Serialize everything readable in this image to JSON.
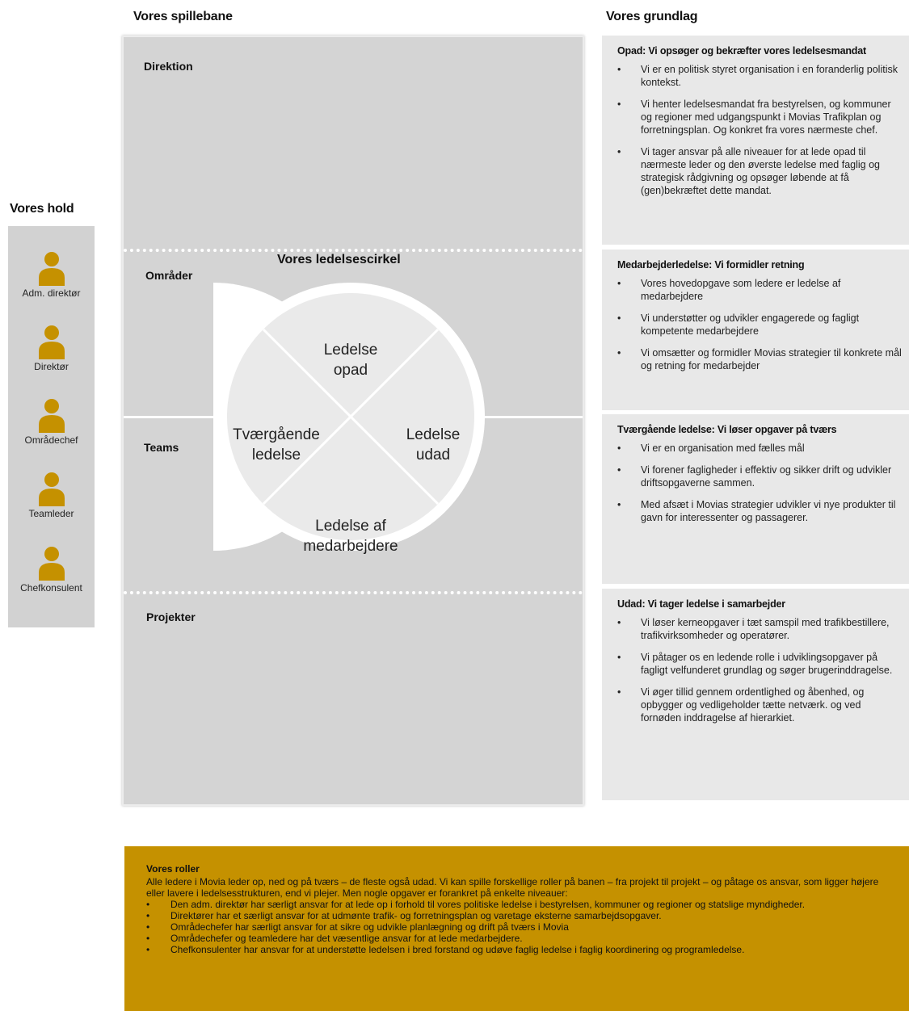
{
  "headings": {
    "playing_field": "Vores spillebane",
    "foundation": "Vores grundlag",
    "team": "Vores hold"
  },
  "team_members": [
    {
      "label": "Adm. direktør"
    },
    {
      "label": "Direktør"
    },
    {
      "label": "Områdechef"
    },
    {
      "label": "Teamleder"
    },
    {
      "label": "Chefkonsulent"
    }
  ],
  "levels": {
    "direktion": "Direktion",
    "omraader": "Områder",
    "teams": "Teams",
    "projekter": "Projekter"
  },
  "circle": {
    "title": "Vores ledelsescirkel",
    "top": [
      "Ledelse",
      "opad"
    ],
    "left": [
      "Tværgående",
      "ledelse"
    ],
    "right": [
      "Ledelse",
      "udad"
    ],
    "bottom": [
      "Ledelse af",
      "medarbejdere"
    ]
  },
  "foundation_boxes": [
    {
      "heading": "Opad: Vi opsøger og bekræfter vores ledelsesmandat",
      "bullets": [
        "Vi er en politisk styret organisation i en foranderlig politisk kontekst.",
        "Vi henter ledelsesmandat fra bestyrelsen, og kommuner og regioner med udgangspunkt i Movias Trafikplan og forretningsplan. Og konkret fra vores nærmeste chef.",
        "Vi tager ansvar på alle niveauer for at lede opad til nærmeste leder og den øverste ledelse med faglig og strategisk rådgivning og opsøger løbende at få (gen)bekræftet dette mandat."
      ]
    },
    {
      "heading": "Medarbejderledelse: Vi formidler retning",
      "bullets": [
        "Vores hovedopgave som ledere er ledelse af medarbejdere",
        "Vi understøtter og udvikler engagerede og fagligt kompetente medarbejdere",
        "Vi omsætter og formidler Movias strategier til konkrete mål og retning for medarbejder"
      ]
    },
    {
      "heading": "Tværgående ledelse: Vi løser opgaver på tværs",
      "bullets": [
        "Vi er en organisation med fælles mål",
        "Vi forener fagligheder i effektiv og sikker drift og udvikler driftsopgaverne sammen.",
        "Med afsæt i Movias strategier udvikler vi nye produkter til gavn for interessenter og passagerer."
      ]
    },
    {
      "heading": "Udad: Vi tager ledelse i samarbejder",
      "bullets": [
        "Vi løser kerneopgaver i tæt samspil med trafikbestillere, trafikvirksomheder og operatører.",
        "Vi påtager os en ledende rolle i udviklingsopgaver på fagligt velfunderet grundlag og søger brugerinddragelse.",
        "Vi øger tillid gennem ordentlighed og åbenhed, og opbygger og vedligeholder tætte netværk. og ved fornøden inddragelse af hierarkiet."
      ]
    }
  ],
  "roles": {
    "title": "Vores roller",
    "intro": "Alle ledere i Movia leder op, ned og på tværs – de fleste også udad. Vi kan spille forskellige roller på banen – fra projekt til projekt – og påtage os ansvar, som ligger højere eller lavere i ledelsesstrukturen, end vi plejer.  Men nogle opgaver er forankret på enkelte niveauer:",
    "bullets": [
      "Den adm. direktør har særligt ansvar for at lede op i forhold til vores politiske ledelse i bestyrelsen, kommuner og regioner og statslige myndigheder.",
      "Direktører har et særligt ansvar for at udmønte trafik- og forretningsplan og varetage eksterne samarbejdsopgaver.",
      "Områdechefer har særligt ansvar for at sikre og udvikle planlægning og drift på tværs i Movia",
      "Områdechefer og teamledere har det væsentlige ansvar for at lede medarbejdere.",
      "Chefkonsulenter har ansvar for at understøtte ledelsen i bred forstand og udøve faglig ledelse i faglig koordinering og programledelse."
    ]
  },
  "colors": {
    "accent": "#c59100",
    "field_gray": "#d4d4d4",
    "box_gray": "#e8e8e8",
    "circle_fill": "#eaeaea"
  }
}
